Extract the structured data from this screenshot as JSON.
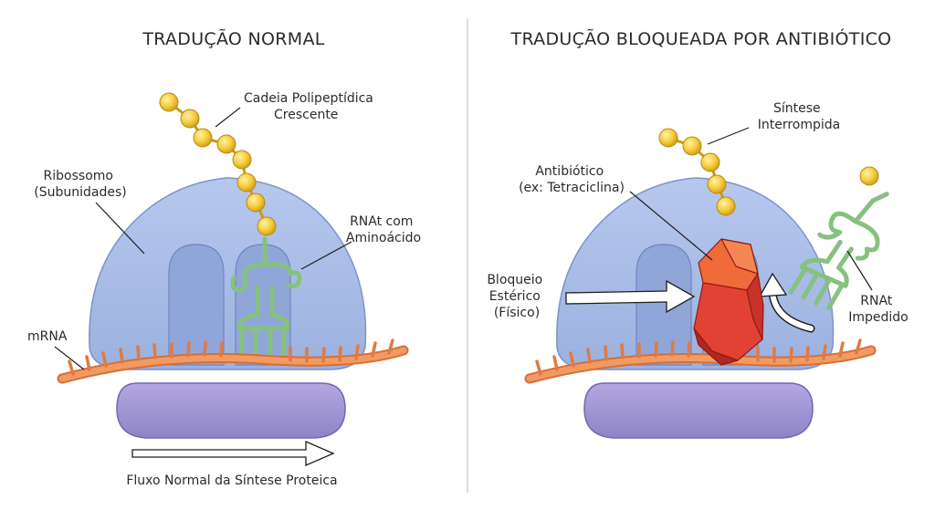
{
  "left_panel": {
    "title": "TRADUÇÃO NORMAL",
    "labels": {
      "polypeptide": [
        "Cadeia Polipeptídica",
        "Crescente"
      ],
      "ribosome": [
        "Ribossomo",
        "(Subunidades)"
      ],
      "trna": [
        "RNAt com",
        "Aminoácido"
      ],
      "mrna": "mRNA",
      "flow": "Fluxo Normal da Síntese Proteica"
    }
  },
  "right_panel": {
    "title": "TRADUÇÃO BLOQUEADA POR ANTIBIÓTICO",
    "labels": {
      "synthesis": [
        "Síntese",
        "Interrompida"
      ],
      "antibiotic": [
        "Antibiótico",
        "(ex: Tetraciclina)"
      ],
      "block": [
        "Bloqueio",
        "Estérico",
        "(Físico)"
      ],
      "trna": [
        "RNAt",
        "Impedido"
      ]
    }
  },
  "colors": {
    "ribosome_large": "#a9bde6",
    "ribosome_small": "#a79bd7",
    "mrna": "#f39a62",
    "amino_acid": "#f5cd3e",
    "trna": "#9fd39a",
    "antibiotic": "#e24233"
  }
}
